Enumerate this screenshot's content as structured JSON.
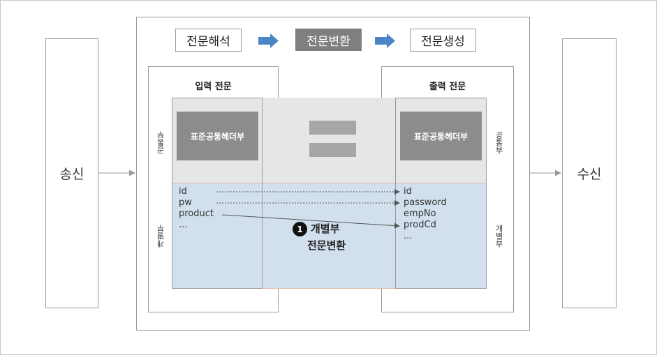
{
  "sender": {
    "label": "송신"
  },
  "receiver": {
    "label": "수신"
  },
  "steps": [
    {
      "label": "전문해석"
    },
    {
      "label": "전문변환"
    },
    {
      "label": "전문생성"
    }
  ],
  "input_panel": {
    "title": "입력 전문",
    "header": "표준공통헤더부",
    "common_label": "공통부",
    "individual_label": "개별부",
    "fields": [
      "id",
      "pw",
      "product",
      "..."
    ]
  },
  "output_panel": {
    "title": "출력 전문",
    "header": "표준공통헤더부",
    "common_label": "공통부",
    "individual_label": "개별부",
    "fields": [
      "id",
      "password",
      "empNo",
      "prodCd",
      "..."
    ]
  },
  "individual_conversion": {
    "badge": "1",
    "line1": "개별부",
    "line2": "전문변환"
  },
  "colors": {
    "shade": "#e6e6e6",
    "individual_area": "#d2e0ee",
    "arrow_fill": "#4a86c6",
    "header_fill": "#8c8c8c"
  }
}
